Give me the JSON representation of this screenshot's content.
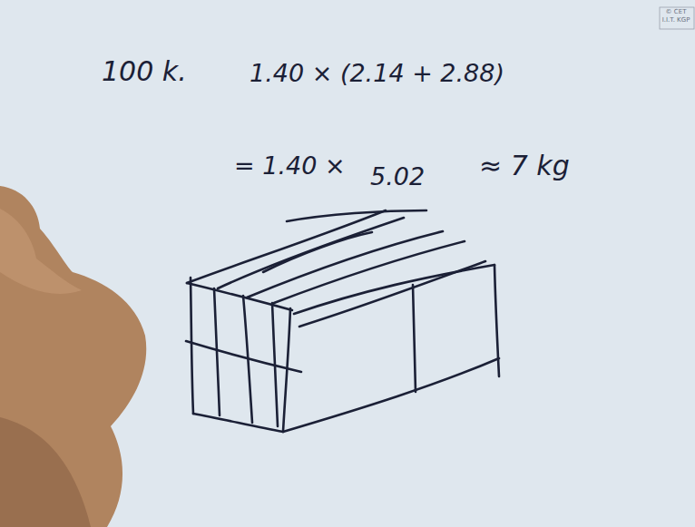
{
  "diagram": {
    "labels": [
      "100 k.",
      "1.40 × (2.14 + 2.88)",
      "= 1.40 ×",
      "5.02",
      "≈ 7 kg",
      "© CET",
      "I.I.T. KGP"
    ]
  }
}
